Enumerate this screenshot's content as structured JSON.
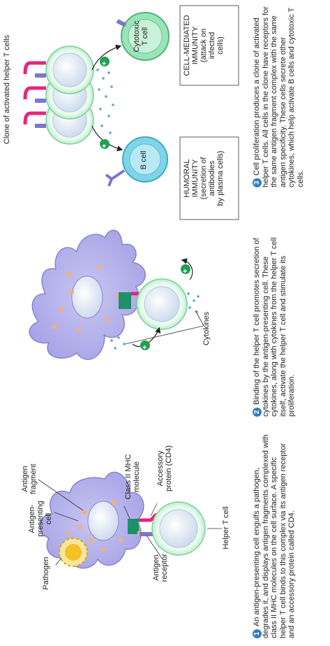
{
  "panel1": {
    "step_number": "1",
    "labels": {
      "pathogen": "Pathogen",
      "apc": "Antigen-\npresenting\ncell",
      "antigen_fragment": "Antigen\nfragment",
      "class2_mhc": "Class II MHC\nmolecule",
      "accessory": "Accessory\nprotein (CD4)",
      "antigen_receptor": "Antigen\nreceptor",
      "helper_t": "Helper T cell"
    },
    "caption": "An antigen-presenting cell engulfs a pathogen, degrades it, and displays antigen fragments complexed with class II MHC molecules on the cell surface. A specific helper T cell binds to this complex via its antigen receptor and an accessory protein called CD4."
  },
  "panel2": {
    "step_number": "2",
    "labels": {
      "cytokines": "Cytokines"
    },
    "caption": "Binding of the helper T cell promotes secretion of cytokines by the antigen-presenting cell. These cytokines, along with cytokines from the helper T cell itself, activate the helper T cell and stimulate its proliferation."
  },
  "panel3": {
    "step_number": "3",
    "labels": {
      "clone": "Clone of activated helper T cells",
      "cytotoxic": "Cytotoxic\nT cell",
      "b_cell": "B cell",
      "cell_mediated": "CELL-MEDIATED\nIMMUNITY\n(attack on\ninfected\ncells)",
      "humoral": "HUMORAL\nIMMUNITY\n(secretion of\nantibodies\nby plasma cells)"
    },
    "caption": "Cell proliferation produces a clone of activated helper T cells. All cells in the clone have receptors for the same antigen fragment complex with the same antigen specificity. These cells secrete other cytokines, which help activate B cells and cytotoxic T cells."
  },
  "plus_sign": "+",
  "colors": {
    "apc_fill": "#b3b0ea",
    "apc_stroke": "#8a84d0",
    "t_membrane": "#b9eccb",
    "t_stroke": "#7fcf9c",
    "nucleus": "#dde6f2",
    "receptor": "#e8247c",
    "mhc": "#1f8f6a",
    "fragment": "#f3b07a",
    "pathogen": "#f5c226",
    "cytotoxic": "#9be3b8",
    "b_cell": "#7fd5e8",
    "cytokine": "#5aa6cf",
    "plus_circle": "#20a052",
    "step_badge": "#2f7fc1"
  }
}
